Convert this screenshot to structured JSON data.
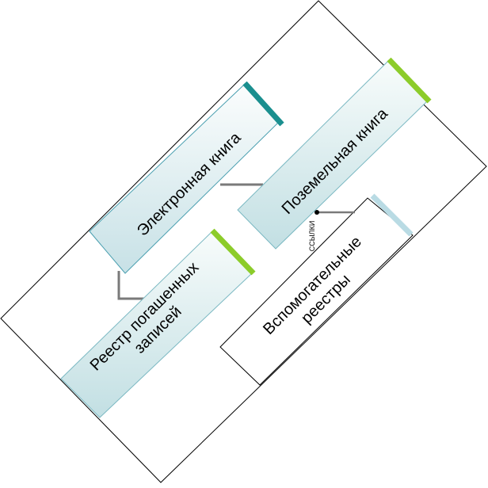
{
  "nodes": {
    "electronic_book": {
      "label": "Электронная книга"
    },
    "land_book": {
      "label": "Поземельная книга"
    },
    "redeemed_registry": {
      "label_line1": "Реестр погашенных",
      "label_line2": "записей"
    },
    "auxiliary_registries": {
      "label_line1": "Вспомогательные",
      "label_line2": "реестры"
    }
  },
  "connectors": {
    "links_label": "ССЫЛКИ"
  },
  "colors": {
    "teal_accent": "#1a8f8f",
    "green_accent": "#8ccc2a",
    "light_blue_accent": "#b9dbe4",
    "box_fill_light": "#f7fbfb",
    "box_fill_dark": "#c4dfe4",
    "connector": "#7a7a7a",
    "outline": "#000000"
  }
}
